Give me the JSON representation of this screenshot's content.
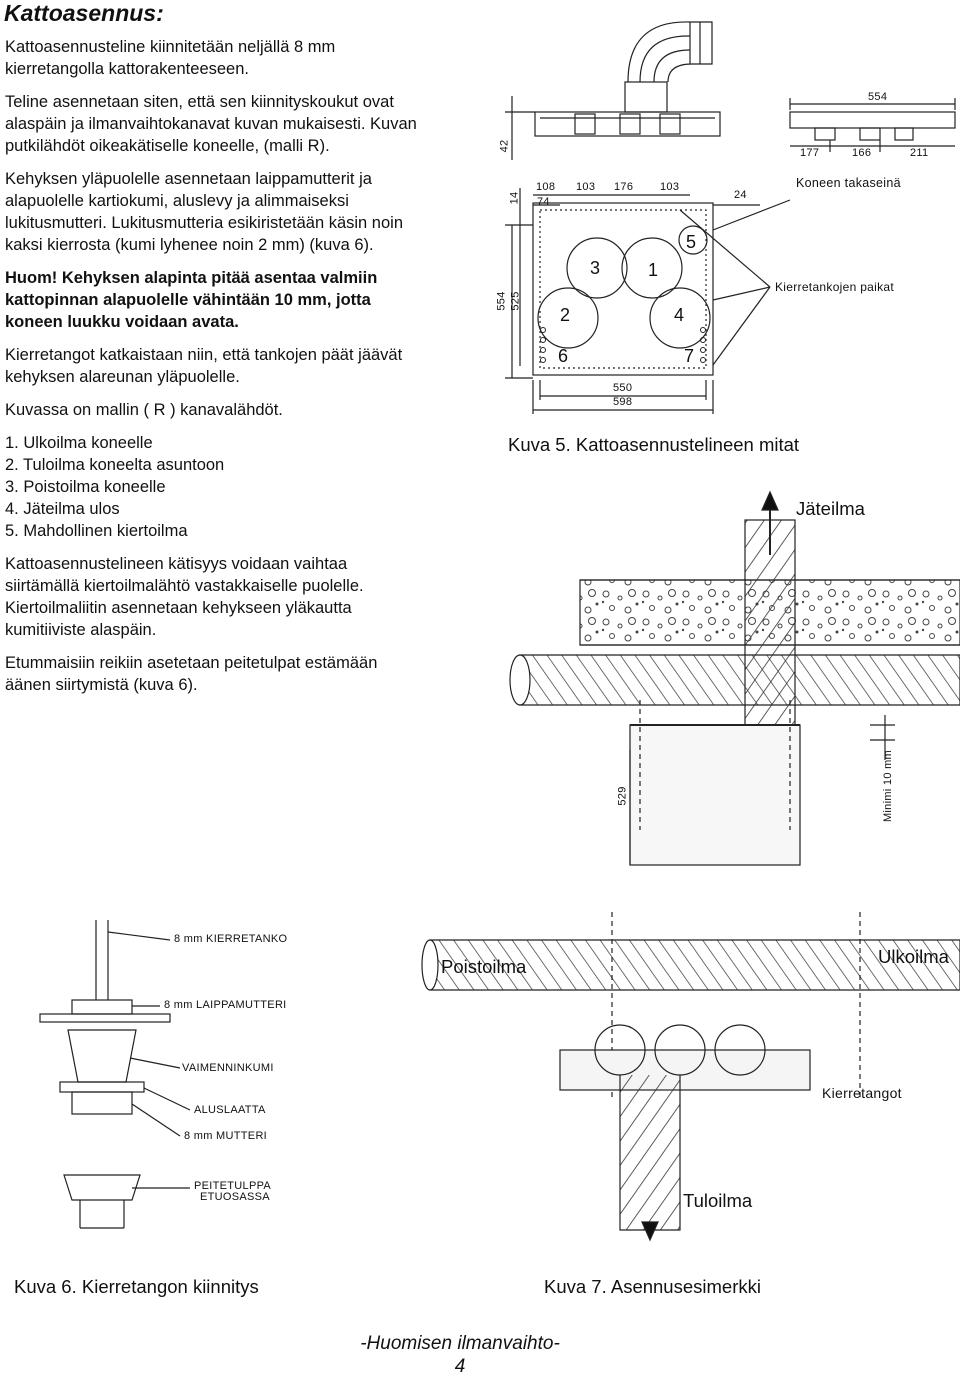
{
  "title": "Kattoasennus:",
  "text": {
    "p1": "Kattoasennusteline kiinnitetään neljällä 8 mm kierretangolla kattorakenteeseen.",
    "p2": "Teline asennetaan siten, että sen kiinnityskoukut ovat alaspäin ja ilmanvaihtokanavat kuvan mukaisesti. Kuvan putkilähdöt oikeakätiselle koneelle, (malli R).",
    "p3": "Kehyksen yläpuolelle asennetaan laippamutterit ja alapuolelle kartiokumi, aluslevy ja alimmaiseksi lukitusmutteri. Lukitusmutteria esikiristetään käsin noin kaksi kierrosta (kumi lyhenee noin 2 mm) (kuva 6).",
    "p4": "Huom! Kehyksen alapinta pitää asentaa valmiin kattopinnan alapuolelle vähintään 10 mm, jotta koneen luukku voidaan avata.",
    "p5": "Kierretangot katkaistaan niin, että tankojen päät jäävät kehyksen alareunan yläpuolelle.",
    "p6": "Kuvassa on mallin ( R ) kanavalähdöt.",
    "list": [
      "1. Ulkoilma koneelle",
      "2. Tuloilma koneelta asuntoon",
      "3. Poistoilma koneelle",
      "4. Jäteilma ulos",
      "5. Mahdollinen kiertoilma"
    ],
    "p7": "Kattoasennustelineen kätisyys voidaan vaihtaa siirtämällä kiertoilmalähtö vastakkaiselle puolelle. Kiertoilmaliitin asennetaan kehykseen yläkautta kumitiiviste alaspäin.",
    "p8": "Etummaisiin reikiin asetetaan peitetulpat estämään äänen siirtymistä (kuva 6)."
  },
  "fig5": {
    "caption": "Kuva 5. Kattoasennustelineen mitat",
    "dims": {
      "d42": "42",
      "d14": "14",
      "d108": "108",
      "d103a": "103",
      "d176": "176",
      "d103b": "103",
      "d74": "74",
      "d24": "24",
      "d554v": "554",
      "d525": "525",
      "d550": "550",
      "d598": "598",
      "d554t": "554",
      "d177": "177",
      "d166": "166",
      "d211": "211"
    },
    "numbers": [
      "1",
      "2",
      "3",
      "4",
      "5",
      "6",
      "7"
    ],
    "labels": {
      "koneen": "Koneen takaseinä",
      "kierretankojen": "Kierretankojen paikat"
    }
  },
  "fig_install": {
    "jateilma": "Jäteilma",
    "d529": "529",
    "minimi": "Minimi 10 mm"
  },
  "fig6": {
    "caption": "Kuva 6. Kierretangon kiinnitys",
    "labels": [
      "8 mm KIERRETANKO",
      "8 mm LAIPPAMUTTERI",
      "VAIMENNINKUMI",
      "ALUSLAATTA",
      "8 mm MUTTERI",
      "PEITETULPPA",
      "ETUOSASSA"
    ]
  },
  "fig7": {
    "caption": "Kuva 7. Asennusesimerkki",
    "poistoilma": "Poistoilma",
    "ulkoilma": "Ulkoilma",
    "kierretangot": "Kierretangot",
    "tuloilma": "Tuloilma"
  },
  "footer": {
    "line1": "-Huomisen ilmanvaihto-",
    "line2": "4"
  }
}
